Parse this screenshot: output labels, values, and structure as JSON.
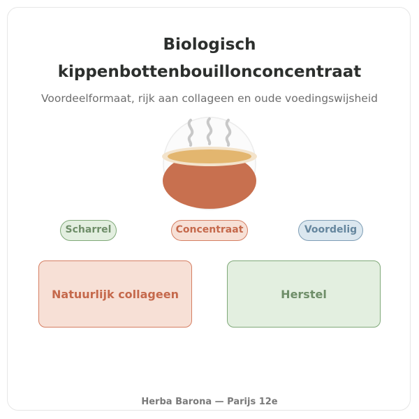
{
  "header": {
    "title_line1": "Biologisch",
    "title_line2": "kippenbottenbouillonconcentraat",
    "subtitle": "Voordeelformaat, rijk aan collageen en oude voedingswijsheid"
  },
  "illustration": {
    "icon": "broth-bowl-icon",
    "colors": {
      "broth": "#e3b66f",
      "bowl": "#c8704f",
      "steam": "#c8c8c8"
    }
  },
  "tags": [
    {
      "label": "Scharrel",
      "color": "#7fa878"
    },
    {
      "label": "Concentraat",
      "color": "#d57e62"
    },
    {
      "label": "Voordelig",
      "color": "#7e9db5"
    }
  ],
  "features": [
    {
      "label": "Natuurlijk collageen",
      "color": "#d57e62"
    },
    {
      "label": "Herstel",
      "color": "#7fa878"
    }
  ],
  "footer": {
    "text": "Herba Barona — Parijs 12e"
  }
}
